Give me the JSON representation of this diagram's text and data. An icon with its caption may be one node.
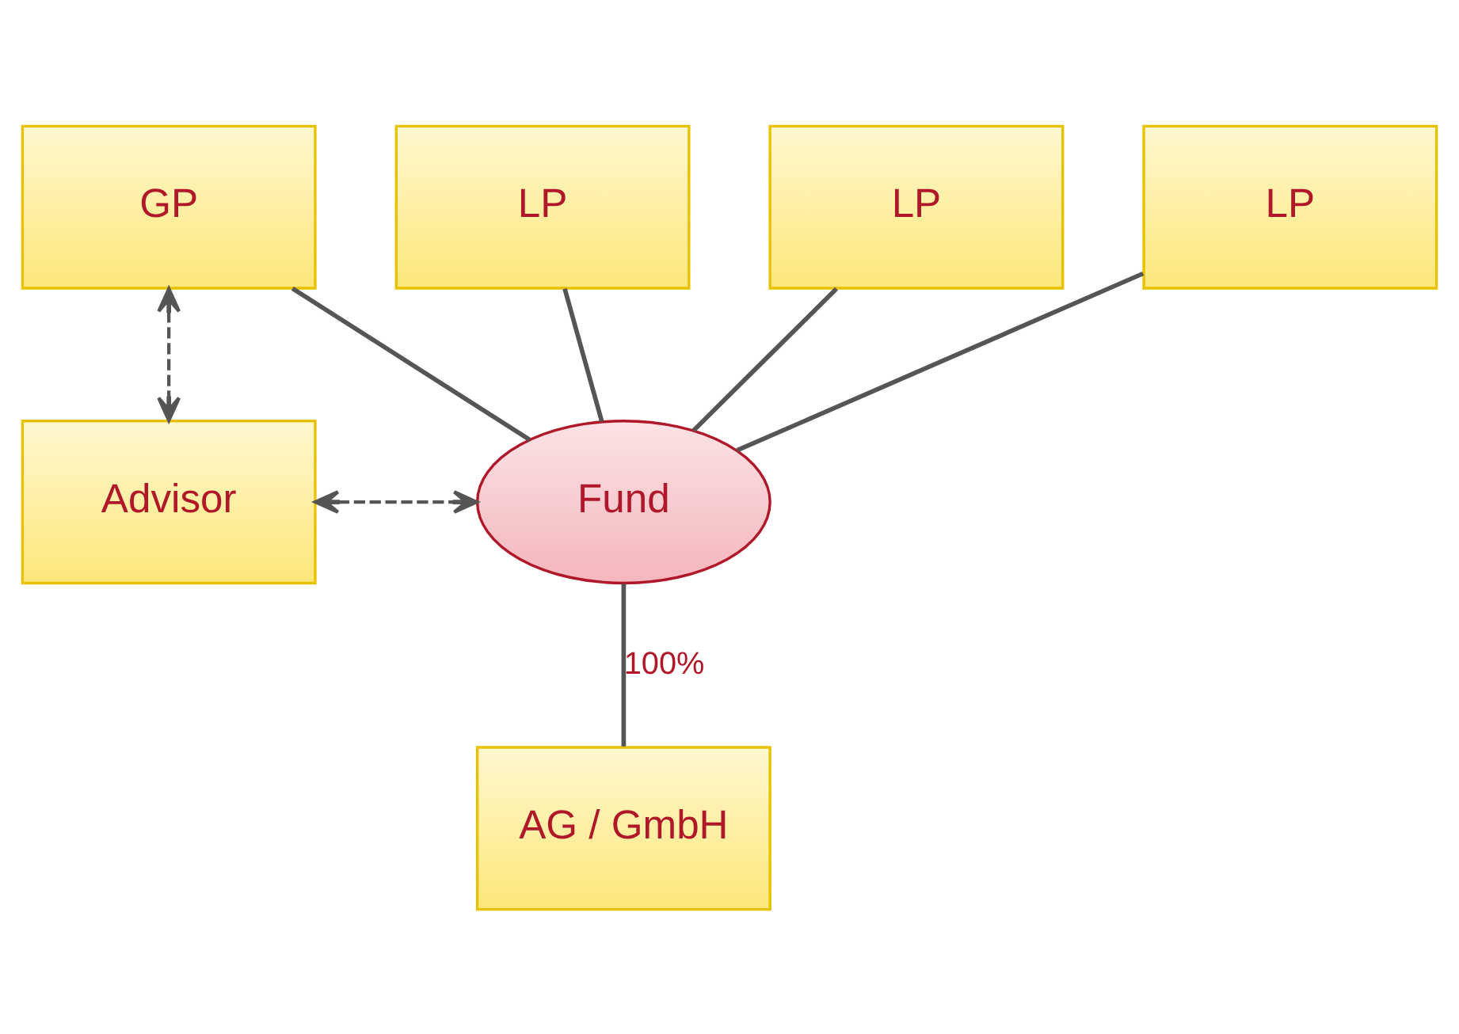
{
  "diagram": {
    "nodes": [
      {
        "text": [
          "GP"
        ]
      },
      {
        "text": [
          "Advisor"
        ]
      },
      {
        "text": [
          "LP"
        ]
      },
      {
        "text": [
          "LP"
        ]
      },
      {
        "text": [
          "LP"
        ]
      },
      {
        "text": [
          "Fund"
        ]
      },
      {
        "text": [
          "AG / GmbH"
        ]
      }
    ],
    "edges": [
      {
        "from": 0,
        "to": 1,
        "arrow": "both",
        "style": "dashed"
      },
      {
        "from": 0,
        "to": 5,
        "arrow": "none"
      },
      {
        "from": 1,
        "to": 5,
        "arrow": "both",
        "style": "dashed"
      },
      {
        "from": 2,
        "to": 5,
        "arrow": "none"
      },
      {
        "from": 3,
        "to": 5,
        "arrow": "none"
      },
      {
        "from": 4,
        "to": 5,
        "arrow": "none"
      },
      {
        "from": 5,
        "to": 6,
        "arrow": "none",
        "label": "100%"
      }
    ]
  }
}
